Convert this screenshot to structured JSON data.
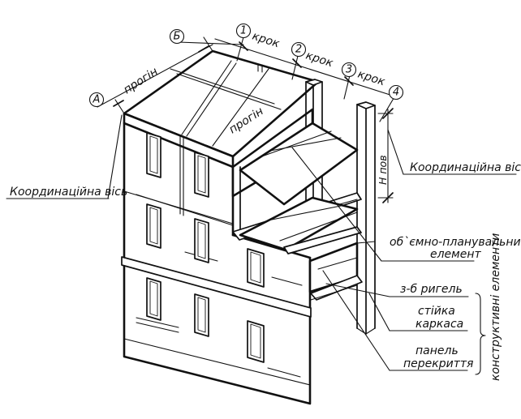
{
  "axes": {
    "A": "А",
    "B": "Б",
    "n1": "1",
    "n2": "2",
    "n3": "3",
    "n4": "4"
  },
  "dimensions": {
    "span_front": "прогін",
    "span_roof": "прогін",
    "step1": "крок",
    "step2": "крок",
    "step3": "крок",
    "floor_height": "Н пов"
  },
  "callouts": {
    "coord_axis_left": "Координаційна вісь",
    "coord_axis_right": "Координаційна вісь",
    "volume_element_line1": "об`ємно-планувальний",
    "volume_element_line2": "елемент",
    "beam": "з-б ригель",
    "column_line1": "стійка",
    "column_line2": "каркаса",
    "panel_line1": "панель",
    "panel_line2": "перекриття",
    "group": "конструктивні елементи"
  }
}
